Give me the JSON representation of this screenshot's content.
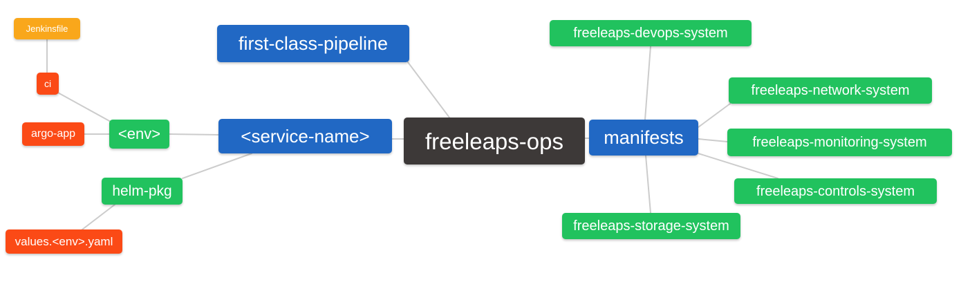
{
  "diagram": {
    "type": "mindmap",
    "root_label": "freeleaps-ops",
    "palette": {
      "root": "#3d3938",
      "level1_blue": "#2168c4",
      "level2_green": "#21c25e",
      "level3_red": "#fb4a16",
      "level4_amber": "#f9a71b",
      "edge": "#cccccc",
      "text": "#ffffff",
      "background": "#ffffff"
    },
    "nodes": {
      "freeleaps_ops": {
        "label": "freeleaps-ops"
      },
      "first_class_pipeline": {
        "label": "first-class-pipeline"
      },
      "service_name": {
        "label": "<service-name>"
      },
      "manifests": {
        "label": "manifests"
      },
      "env": {
        "label": "<env>"
      },
      "helm_pkg": {
        "label": "helm-pkg"
      },
      "ci": {
        "label": "ci"
      },
      "argo_app": {
        "label": "argo-app"
      },
      "jenkinsfile": {
        "label": "Jenkinsfile"
      },
      "values_env_yaml": {
        "label": "values.<env>.yaml"
      },
      "devops_system": {
        "label": "freeleaps-devops-system"
      },
      "network_system": {
        "label": "freeleaps-network-system"
      },
      "monitoring_system": {
        "label": "freeleaps-monitoring-system"
      },
      "controls_system": {
        "label": "freeleaps-controls-system"
      },
      "storage_system": {
        "label": "freeleaps-storage-system"
      }
    },
    "edges": [
      [
        "jenkinsfile",
        "ci"
      ],
      [
        "ci",
        "env"
      ],
      [
        "argo_app",
        "env"
      ],
      [
        "env",
        "service_name"
      ],
      [
        "helm_pkg",
        "service_name"
      ],
      [
        "values_env_yaml",
        "helm_pkg"
      ],
      [
        "first_class_pipeline",
        "freeleaps_ops"
      ],
      [
        "service_name",
        "freeleaps_ops"
      ],
      [
        "freeleaps_ops",
        "manifests"
      ],
      [
        "manifests",
        "devops_system"
      ],
      [
        "manifests",
        "network_system"
      ],
      [
        "manifests",
        "monitoring_system"
      ],
      [
        "manifests",
        "controls_system"
      ],
      [
        "manifests",
        "storage_system"
      ]
    ]
  }
}
